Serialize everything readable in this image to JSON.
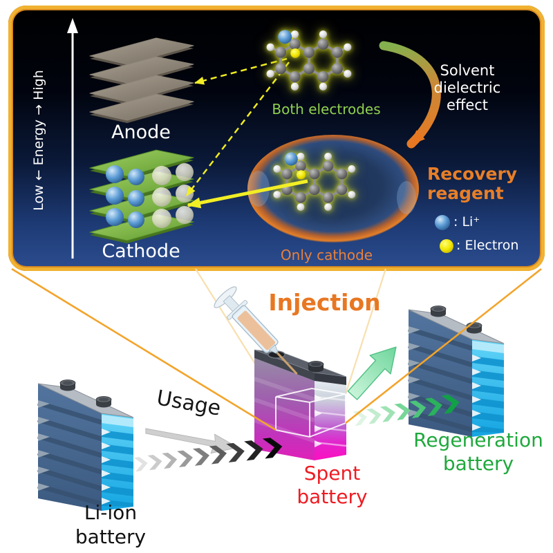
{
  "figure": {
    "panel": {
      "energy_axis": "Low ← Energy → High",
      "anode": "Anode",
      "cathode": "Cathode",
      "both_electrodes": "Both electrodes",
      "only_cathode": "Only cathode",
      "solvent_effect": "Solvent\ndielectric\neffect",
      "recovery_reagent": "Recovery\nreagent",
      "legend_li": ": Li⁺",
      "legend_electron": ": Electron"
    },
    "bottom": {
      "injection": "Injection",
      "usage": "Usage",
      "li_ion_battery": "Li-ion\nbattery",
      "spent_battery": "Spent\nbattery",
      "regeneration_battery": "Regeneration\nbattery"
    },
    "colors": {
      "panel_border": "#f1b232",
      "panel_bg_top": "#000000",
      "panel_bg_bottom": "#2c4d90",
      "orange_accent": "#e87722",
      "both_electrodes_green": "#8fd14f",
      "only_cathode_orange": "#e8813c",
      "spent_red": "#ee1c23",
      "regen_green": "#1fa83c",
      "li_ion_blue": "#5b9bd5",
      "electron_yellow": "#e8df00",
      "battery_cyan": "#35c8f5",
      "spent_magenta": "#e81ec8"
    }
  }
}
